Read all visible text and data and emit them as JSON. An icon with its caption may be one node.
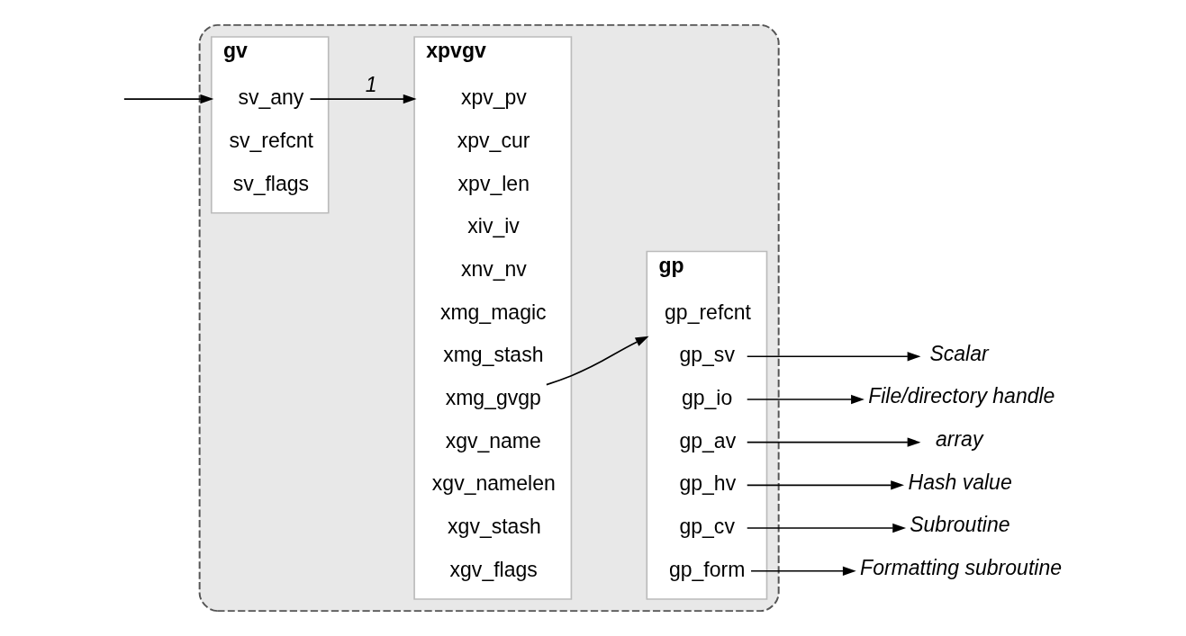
{
  "diagram": {
    "nodes": [
      {
        "text": [],
        "shape": "box"
      },
      {
        "text": [
          "gv"
        ],
        "in": 0
      },
      {
        "text": [
          "sv_any"
        ],
        "in": 1
      },
      {
        "text": [
          "sv_refcnt"
        ],
        "in": 1
      },
      {
        "text": [
          "sv_flags"
        ],
        "in": 1
      },
      {
        "text": [
          "xpvgv"
        ],
        "in": 0
      },
      {
        "text": [
          "xpv_pv"
        ],
        "in": 5
      },
      {
        "text": [
          "xpv_cur"
        ],
        "in": 5
      },
      {
        "text": [
          "xpv_len"
        ],
        "in": 5
      },
      {
        "text": [
          "xiv_iv"
        ],
        "in": 5
      },
      {
        "text": [
          "xnv_nv"
        ],
        "in": 5
      },
      {
        "text": [
          "xmg_magic"
        ],
        "in": 5
      },
      {
        "text": [
          "xmg_stash"
        ],
        "in": 5
      },
      {
        "text": [
          "xmg_gvgp"
        ],
        "in": 5
      },
      {
        "text": [
          "xgv_name"
        ],
        "in": 5
      },
      {
        "text": [
          "xgv_namelen"
        ],
        "in": 5
      },
      {
        "text": [
          "xgv_stash"
        ],
        "in": 5
      },
      {
        "text": [
          "xgv_flags"
        ],
        "in": 5
      },
      {
        "text": [
          "gp"
        ],
        "in": 0
      },
      {
        "text": [
          "gp_refcnt"
        ],
        "in": 18
      },
      {
        "text": [
          "gp_sv"
        ],
        "in": 18
      },
      {
        "text": [
          "gp_io"
        ],
        "in": 18
      },
      {
        "text": [
          "gp_av"
        ],
        "in": 18
      },
      {
        "text": [
          "gp_hv"
        ],
        "in": 18
      },
      {
        "text": [
          "gp_cv"
        ],
        "in": 18
      },
      {
        "text": [
          "gp_form"
        ],
        "in": 18
      },
      {
        "text": [
          "Scalar"
        ]
      },
      {
        "text": [
          "File/directory handle"
        ]
      },
      {
        "text": [
          "array"
        ]
      },
      {
        "text": [
          "Hash value"
        ]
      },
      {
        "text": [
          "Subroutine"
        ]
      },
      {
        "text": [
          "Formatting subroutine"
        ]
      }
    ],
    "edges": [
      {
        "from": null,
        "to": 1,
        "arrow": "to"
      },
      {
        "from": 2,
        "to": 5,
        "arrow": "to",
        "label": "1"
      },
      {
        "from": 13,
        "to": 18,
        "arrow": "to"
      },
      {
        "from": 20,
        "to": 26,
        "arrow": "to"
      },
      {
        "from": 21,
        "to": 27,
        "arrow": "to"
      },
      {
        "from": 22,
        "to": 28,
        "arrow": "to"
      },
      {
        "from": 23,
        "to": 29,
        "arrow": "to"
      },
      {
        "from": 24,
        "to": 30,
        "arrow": "to"
      },
      {
        "from": 25,
        "to": 31,
        "arrow": "to"
      }
    ]
  }
}
